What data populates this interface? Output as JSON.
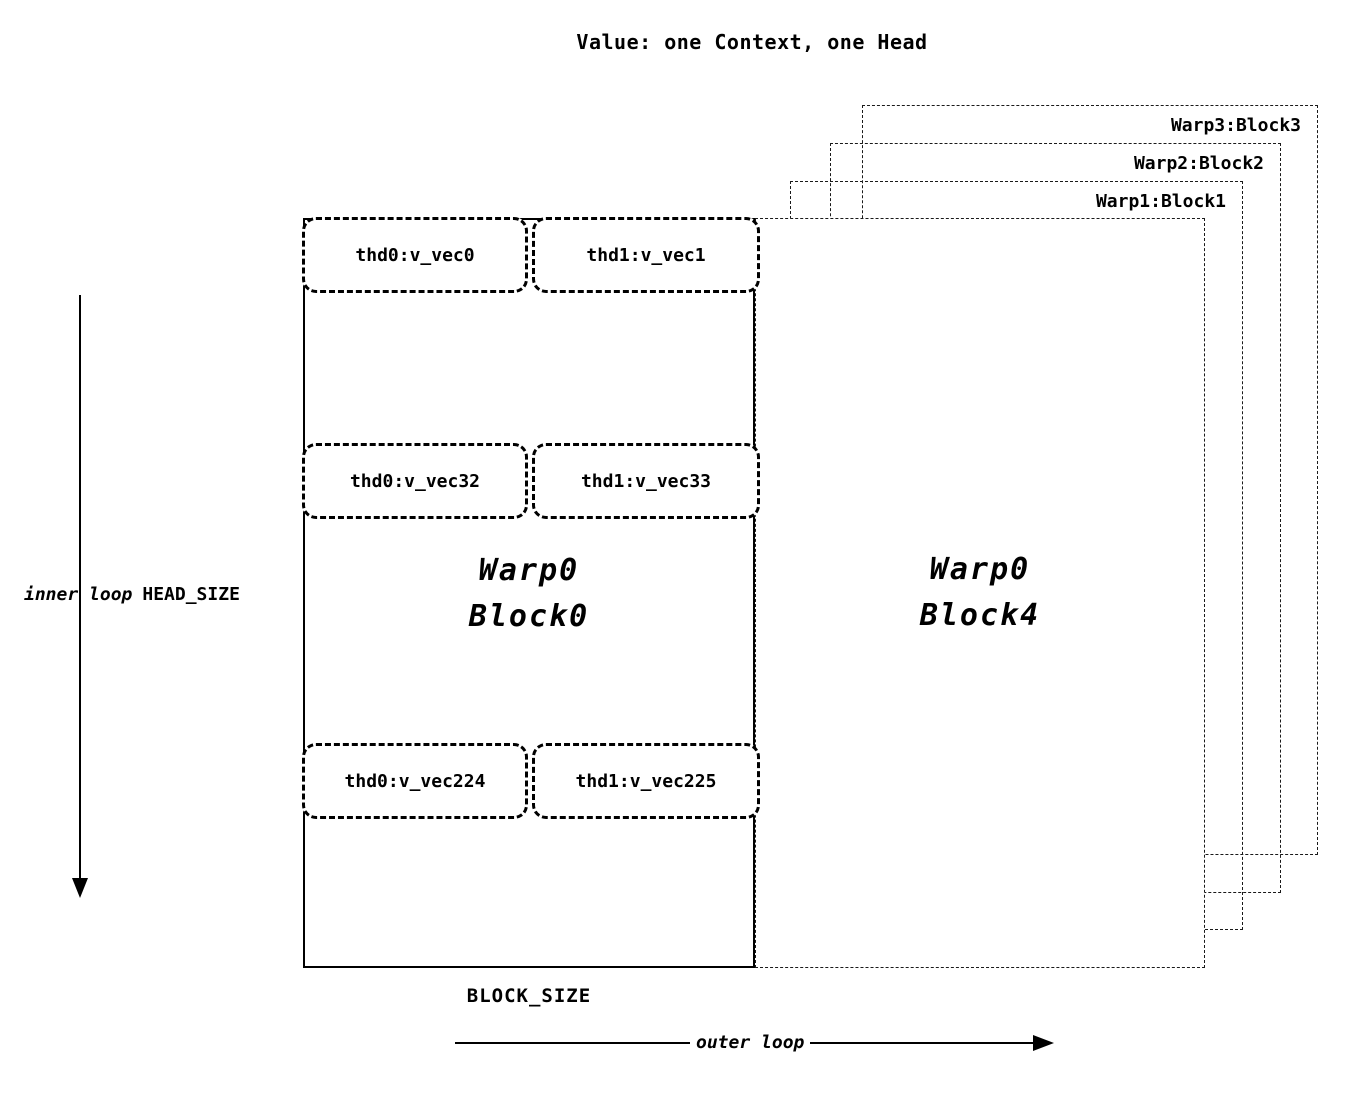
{
  "title": "Value: one Context, one Head",
  "stack": {
    "warp3": "Warp3:Block3",
    "warp2": "Warp2:Block2",
    "warp1": "Warp1:Block1"
  },
  "block4": {
    "name_line1": "Warp0",
    "name_line2": "Block4"
  },
  "block0": {
    "name_line1": "Warp0",
    "name_line2": "Block0",
    "rows": [
      [
        "thd0:v_vec0",
        "thd1:v_vec1"
      ],
      [
        "thd0:v_vec32",
        "thd1:v_vec33"
      ],
      [
        "thd0:v_vec224",
        "thd1:v_vec225"
      ]
    ]
  },
  "axes": {
    "inner_loop": "inner loop",
    "head_size": "HEAD_SIZE",
    "block_size": "BLOCK_SIZE",
    "outer_loop": "outer loop"
  },
  "colors": {
    "ink": "#000000",
    "background": "#ffffff"
  }
}
